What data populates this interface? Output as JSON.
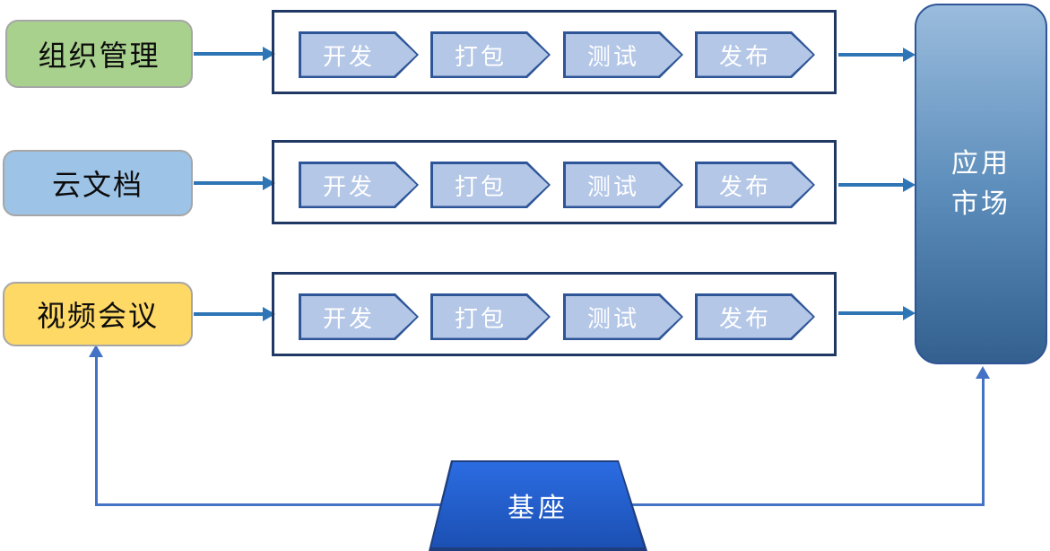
{
  "left_modules": [
    {
      "label": "组织管理",
      "color": "#A9D18E"
    },
    {
      "label": "云文档",
      "color": "#9DC3E6"
    },
    {
      "label": "视频会议",
      "color": "#FFD966"
    }
  ],
  "pipeline": {
    "stages": [
      "开发",
      "打包",
      "测试",
      "发布"
    ],
    "rows": 3
  },
  "market": {
    "label": "应用市场",
    "line1": "应用",
    "line2": "市场"
  },
  "base": {
    "label": "基座"
  },
  "colors": {
    "module-green": "#A9D18E",
    "module-blue": "#9DC3E6",
    "module-yellow": "#FFD966",
    "module-border": "#A6A6A6",
    "module-text": "#0D0D0D",
    "container-border": "#1F3864",
    "stage-fill": "#B4C7E7",
    "stage-border": "#2E5597",
    "stage-text": "#FFFFFF",
    "connector": "#2E75B6",
    "feedback": "#4472C4",
    "market-top": "#9ABCDD",
    "market-mid": "#5C8DBB",
    "market-bottom": "#33608E",
    "market-border": "#2F5597",
    "base-top": "#2B6CE2",
    "base-bottom": "#1C50B3",
    "base-border": "#1F3E7E"
  }
}
